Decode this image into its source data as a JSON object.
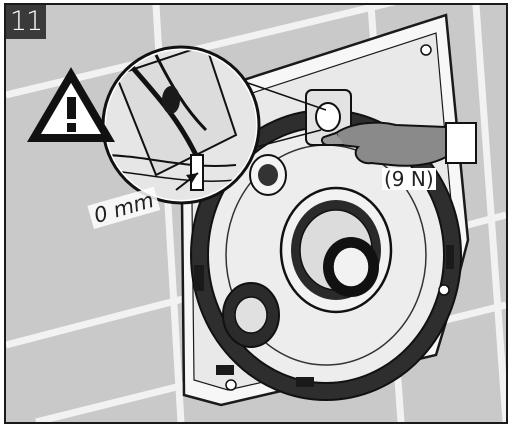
{
  "step": {
    "number": "11"
  },
  "annotations": {
    "gap_label": "0 mm",
    "force_label": "(9 N)"
  },
  "icons": {
    "warning": "warning-triangle-icon"
  },
  "colors": {
    "badge_bg": "#3a3a3a",
    "tile": "#c9c9c9",
    "grout": "#f2f2f2",
    "line": "#1a1a1a"
  }
}
